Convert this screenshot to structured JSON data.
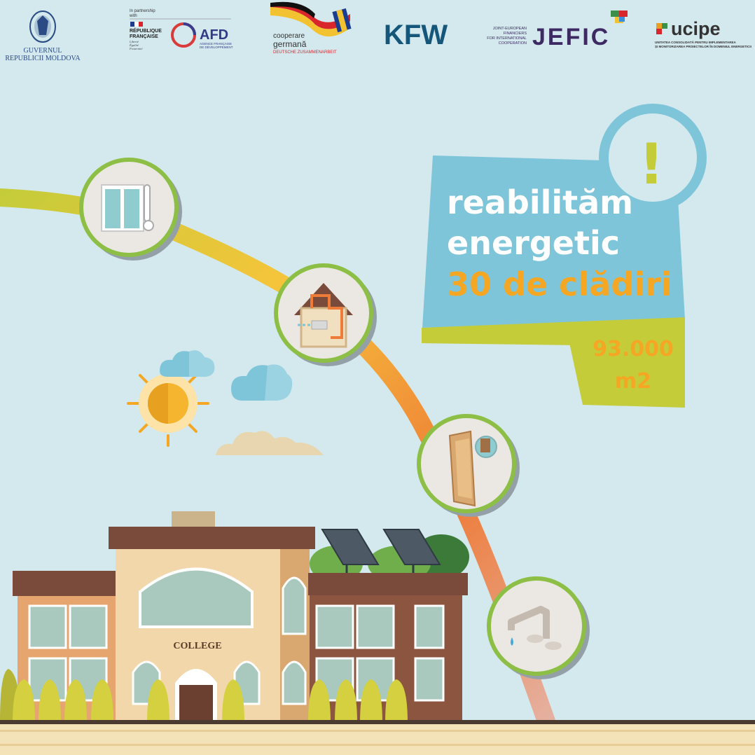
{
  "logos": {
    "moldova": {
      "line1": "GUVERNUL",
      "line2": "REPUBLICII MOLDOVA"
    },
    "afd": {
      "partnership": "In partnership",
      "with": "with",
      "republique": "RÉPUBLIQUE",
      "francaise": "FRANÇAISE",
      "motto1": "Liberté",
      "motto2": "Égalité",
      "motto3": "Fraternité",
      "name": "AFD",
      "sub1": "AGENCE FRANÇAISE",
      "sub2": "DE DÉVELOPPEMENT"
    },
    "german": {
      "line1": "cooperare",
      "line2": "germană",
      "line3": "DEUTSCHE ZUSAMMENARBEIT"
    },
    "kfw": {
      "name": "KFW"
    },
    "jefic": {
      "sub1": "JOINT-EUROPEAN",
      "sub2": "FINANCIERS",
      "sub3": "FOR INTERNATIONAL",
      "sub4": "COOPERATION",
      "name": "JEFIC"
    },
    "ucipe": {
      "name": "ucipe",
      "sub1": "UNITATEA CONSOLIDATĂ PENTRU IMPLEMENTAREA",
      "sub2": "ȘI MONITORIZAREA PROIECTELOR ÎN DOMENIUL ENERGETICII"
    }
  },
  "headline": {
    "line1": "reabilităm",
    "line2": "energetic",
    "line3": "30 de clădiri",
    "exclamation": "!"
  },
  "stat": {
    "value": "93.000",
    "unit": "m2"
  },
  "building": {
    "sign": "COLLEGE"
  },
  "icons": [
    "window-thermometer-icon",
    "house-heating-icon",
    "insulated-door-icon",
    "water-tap-icon"
  ],
  "colors": {
    "background": "#d4e9ee",
    "panel_blue": "#7fc5d9",
    "panel_green": "#c5cc3a",
    "accent_orange": "#f5a623",
    "white": "#ffffff",
    "kfw_blue": "#14577a",
    "jefic_purple": "#3d2a62"
  }
}
